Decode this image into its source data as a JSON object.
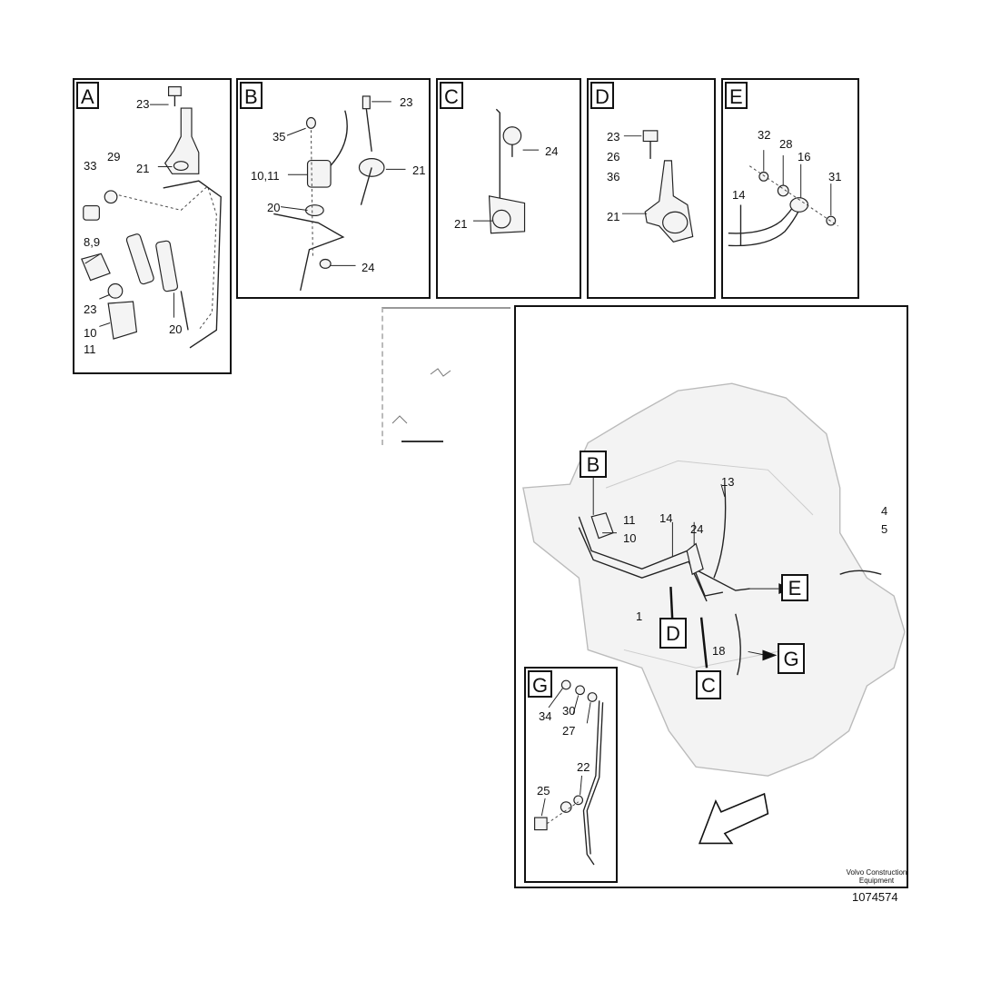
{
  "panels": {
    "A": {
      "tag": "A",
      "labels": [
        "23",
        "29",
        "33",
        "21",
        "8,9",
        "23",
        "10",
        "11",
        "20"
      ]
    },
    "B": {
      "tag": "B",
      "labels": [
        "23",
        "35",
        "21",
        "10,11",
        "20",
        "24"
      ]
    },
    "C": {
      "tag": "C",
      "labels": [
        "24",
        "21"
      ]
    },
    "D": {
      "tag": "D",
      "labels": [
        "23",
        "26",
        "36",
        "21"
      ]
    },
    "E": {
      "tag": "E",
      "labels": [
        "32",
        "28",
        "16",
        "31",
        "14"
      ]
    },
    "G": {
      "tag": "G",
      "labels": [
        "34",
        "30",
        "27",
        "22",
        "25"
      ]
    }
  },
  "main": {
    "callouts": [
      "B",
      "E",
      "D",
      "G",
      "C"
    ],
    "labels": [
      "11",
      "10",
      "14",
      "24",
      "13",
      "4",
      "5",
      "1",
      "18"
    ]
  },
  "footer": {
    "company": "Volvo Construction Equipment",
    "doc_number": "1074574"
  }
}
